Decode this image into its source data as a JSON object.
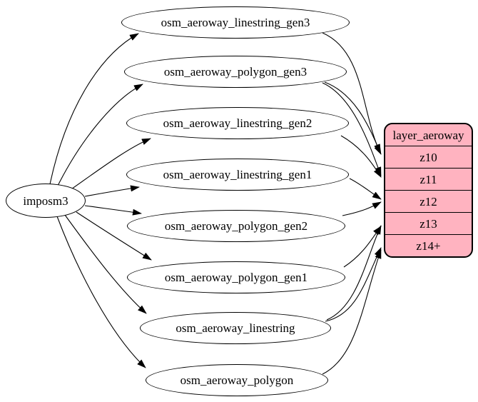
{
  "diagram": {
    "type": "etl-graph",
    "source": {
      "id": "imposm3",
      "label": "imposm3"
    },
    "tables": [
      {
        "id": "osm_aeroway_linestring_gen3",
        "label": "osm_aeroway_linestring_gen3"
      },
      {
        "id": "osm_aeroway_polygon_gen3",
        "label": "osm_aeroway_polygon_gen3"
      },
      {
        "id": "osm_aeroway_linestring_gen2",
        "label": "osm_aeroway_linestring_gen2"
      },
      {
        "id": "osm_aeroway_linestring_gen1",
        "label": "osm_aeroway_linestring_gen1"
      },
      {
        "id": "osm_aeroway_polygon_gen2",
        "label": "osm_aeroway_polygon_gen2"
      },
      {
        "id": "osm_aeroway_polygon_gen1",
        "label": "osm_aeroway_polygon_gen1"
      },
      {
        "id": "osm_aeroway_linestring",
        "label": "osm_aeroway_linestring"
      },
      {
        "id": "osm_aeroway_polygon",
        "label": "osm_aeroway_polygon"
      }
    ],
    "layer": {
      "id": "layer_aeroway",
      "title": "layer_aeroway",
      "zooms": [
        "z10",
        "z11",
        "z12",
        "z13",
        "z14+"
      ],
      "fill_color": "#ffb3c0"
    },
    "colors": {
      "background": "#ffffff",
      "node_fill": "#ffffff",
      "stroke": "#000000"
    },
    "edges": [
      {
        "from": "imposm3",
        "to": "osm_aeroway_linestring_gen3"
      },
      {
        "from": "imposm3",
        "to": "osm_aeroway_polygon_gen3"
      },
      {
        "from": "imposm3",
        "to": "osm_aeroway_linestring_gen2"
      },
      {
        "from": "imposm3",
        "to": "osm_aeroway_linestring_gen1"
      },
      {
        "from": "imposm3",
        "to": "osm_aeroway_polygon_gen2"
      },
      {
        "from": "imposm3",
        "to": "osm_aeroway_polygon_gen1"
      },
      {
        "from": "imposm3",
        "to": "osm_aeroway_linestring"
      },
      {
        "from": "imposm3",
        "to": "osm_aeroway_polygon"
      },
      {
        "from": "osm_aeroway_linestring_gen3",
        "to": "layer_aeroway.z10"
      },
      {
        "from": "osm_aeroway_polygon_gen3",
        "to": "layer_aeroway.z10"
      },
      {
        "from": "osm_aeroway_polygon_gen3",
        "to": "layer_aeroway.z11"
      },
      {
        "from": "osm_aeroway_linestring_gen2",
        "to": "layer_aeroway.z11"
      },
      {
        "from": "osm_aeroway_linestring_gen1",
        "to": "layer_aeroway.z12"
      },
      {
        "from": "osm_aeroway_polygon_gen2",
        "to": "layer_aeroway.z12"
      },
      {
        "from": "osm_aeroway_polygon_gen1",
        "to": "layer_aeroway.z13"
      },
      {
        "from": "osm_aeroway_linestring",
        "to": "layer_aeroway.z13"
      },
      {
        "from": "osm_aeroway_linestring",
        "to": "layer_aeroway.z14+"
      },
      {
        "from": "osm_aeroway_polygon",
        "to": "layer_aeroway.z14+"
      }
    ]
  }
}
